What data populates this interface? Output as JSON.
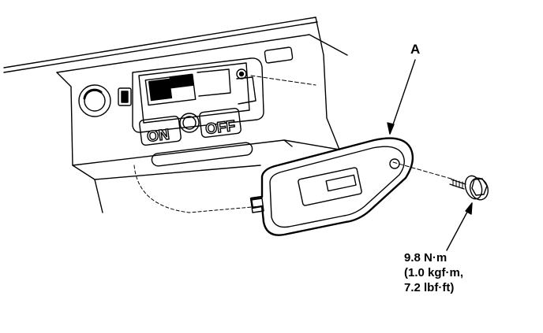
{
  "part_label": "A",
  "switch_labels": {
    "on": "ON",
    "off": "OFF"
  },
  "torque_spec": {
    "line1": "9.8 N·m",
    "line2": "(1.0 kgf·m,",
    "line3": "7.2 lbf·ft)"
  },
  "colors": {
    "line": "#000000",
    "background": "#ffffff",
    "shade": "#d9d9d9"
  }
}
